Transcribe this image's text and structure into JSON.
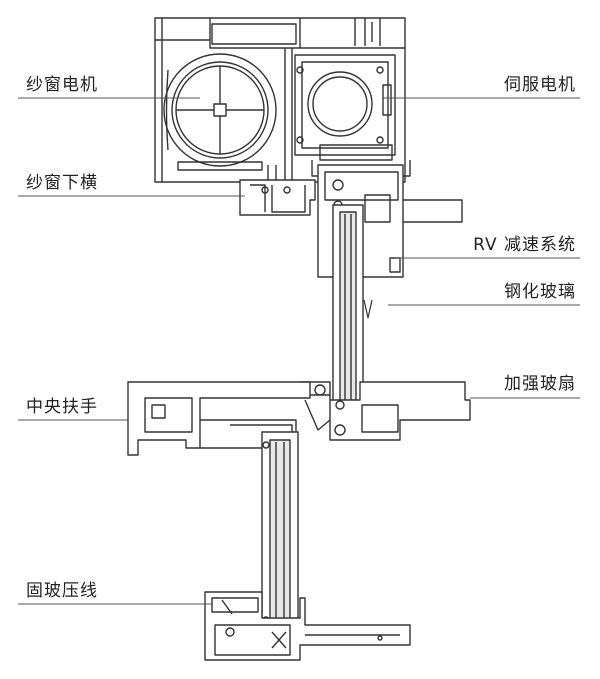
{
  "labels": {
    "sash_motor": "纱窗电机",
    "servo_motor": "伺服电机",
    "sash_bottom_rail": "纱窗下横",
    "rv_reducer": "RV 减速系统",
    "tempered_glass": "钢化玻璃",
    "reinforced_sash": "加强玻扇",
    "center_handle": "中央扶手",
    "glazing_bead": "固玻压线"
  },
  "colors": {
    "line": "#333333",
    "leader": "#555555",
    "fill": "#ffffff",
    "glass": "#e8e8e8"
  }
}
